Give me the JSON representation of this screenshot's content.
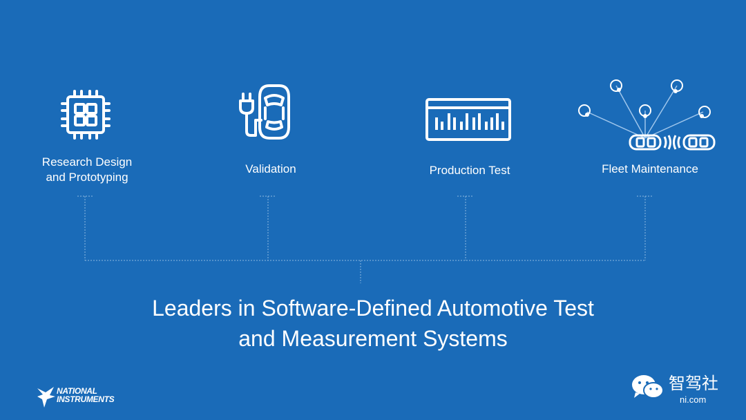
{
  "stages": [
    {
      "id": "research",
      "label_lines": [
        "Research Design",
        "and Prototyping"
      ],
      "icon": "chip-icon"
    },
    {
      "id": "validation",
      "label_lines": [
        "Validation"
      ],
      "icon": "ev-charging-car-icon"
    },
    {
      "id": "production",
      "label_lines": [
        "Production Test"
      ],
      "icon": "test-rack-instrument-icon"
    },
    {
      "id": "fleet",
      "label_lines": [
        "Fleet Maintenance"
      ],
      "icon": "connected-fleet-icon"
    }
  ],
  "headline": [
    "Leaders in Software-Defined Automotive Test",
    "and Measurement Systems"
  ],
  "logo": {
    "line1": "NATIONAL",
    "line2": "INSTRUMENTS"
  },
  "watermark": {
    "brand": "智驾社",
    "site": "ni.com"
  },
  "colors": {
    "background": "#1a6bb8",
    "foreground": "#ffffff",
    "connector": "#8fb8e0"
  }
}
